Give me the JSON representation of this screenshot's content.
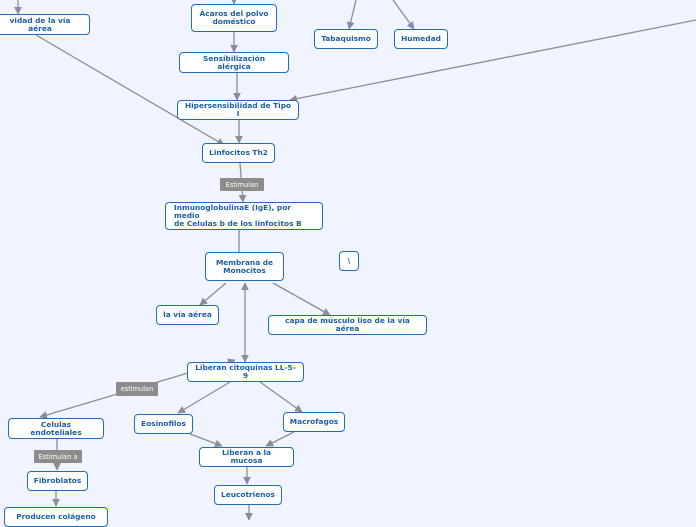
{
  "nodes": {
    "via_aerea_reactividad": "vidad de la vía aérea",
    "acaros": "Ácaros del polvo\ndoméstico",
    "tabaquismo": "Tabaquismo",
    "humedad": "Humedad",
    "sensibilizacion": "Sensibilización alérgica",
    "hipersensibilidad": "Hipersensibilidad de Tipo I",
    "linfocitos_th2": "Linfocitos Th2",
    "ige": "InmunoglobulinaE (IgE), por medio\nde Celulas b de los linfocitos B",
    "membrana": "Membrana de\nMonocitos",
    "backslash": "\\",
    "via_aerea": "la vía aérea",
    "musculo_liso": "capa de músculo liso de la vía aérea",
    "citoquinas": "Liberan citoquinas LL-5-9",
    "celulas_endoteliales": "Celulas endoteliales",
    "eosinofilos": "Eosinofilos",
    "macrofagos": "Macrofagos",
    "mucosa": "Liberan a la mucosa",
    "fibroblatos": "Fibroblatos",
    "leucotrienos": "Leucotrienos",
    "colageno": "Producen colágeno"
  },
  "labels": {
    "estimulan_1": "Estimulan",
    "estimulan_2": "estimulan",
    "estimulan_a": "Estimulan a"
  },
  "colors": {
    "node_border": "#1d6fba",
    "node_text": "#1a5fa8",
    "edge": "#8a8d93",
    "label_bg": "#8c8c8c",
    "background": "#f1f4fe"
  }
}
